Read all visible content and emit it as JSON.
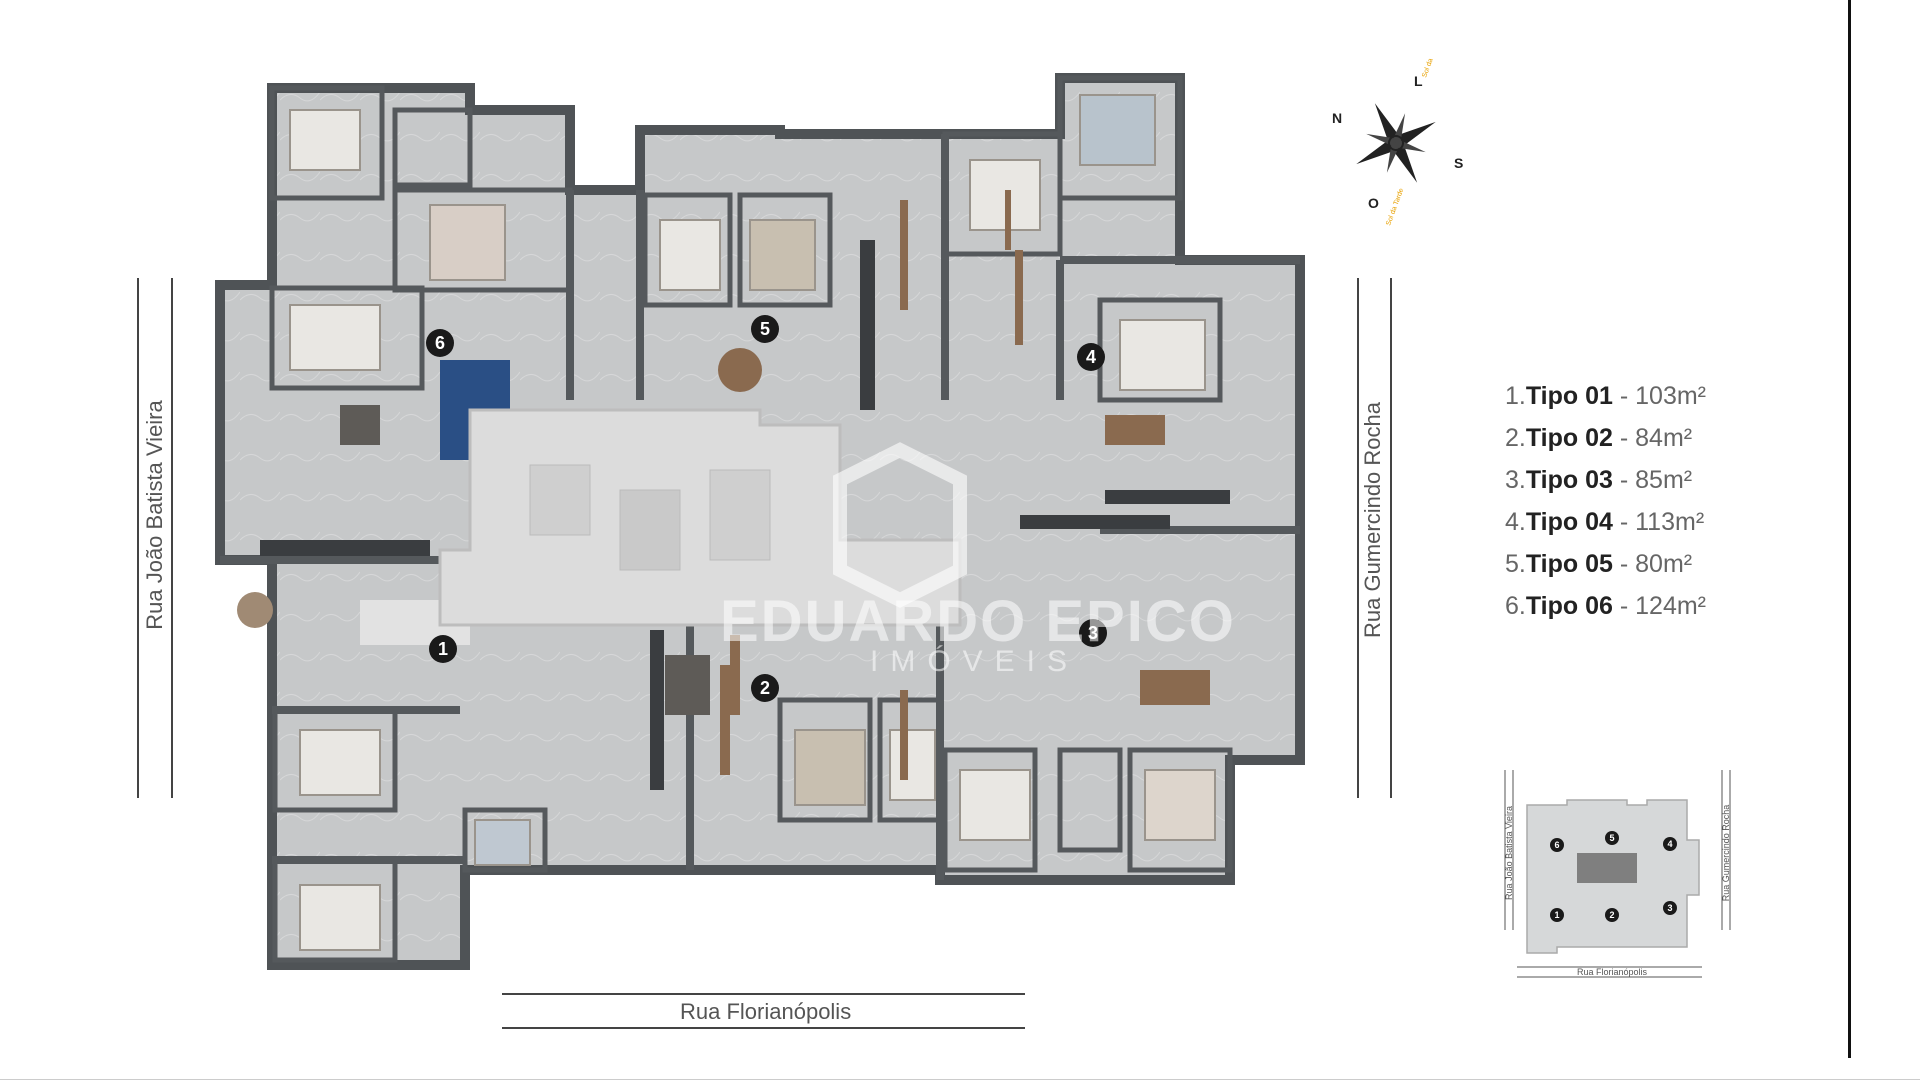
{
  "streets": {
    "west": "Rua João Batista Vieira",
    "east": "Rua Gumercindo Rocha",
    "south": "Rua Florianópolis"
  },
  "legend": [
    {
      "num": "1.",
      "name": "Tipo 01",
      "area": " - 103m²"
    },
    {
      "num": "2.",
      "name": "Tipo 02",
      "area": " - 84m²"
    },
    {
      "num": "3.",
      "name": "Tipo 03",
      "area": " - 85m²"
    },
    {
      "num": "4.",
      "name": "Tipo 04",
      "area": " - 113m²"
    },
    {
      "num": "5.",
      "name": "Tipo 05",
      "area": " - 80m²"
    },
    {
      "num": "6.",
      "name": "Tipo 06",
      "area": " - 124m²"
    }
  ],
  "unit_markers": [
    "1",
    "2",
    "3",
    "4",
    "5",
    "6"
  ],
  "compass": {
    "n": "N",
    "l": "L",
    "s": "S",
    "o": "O",
    "sun_rise": "Sol da Manhã",
    "sun_set": "Sol da Tarde"
  },
  "keymap": {
    "west": "Rua João Batista Vieira",
    "east": "Rua Gumercindo Rocha",
    "south": "Rua Florianópolis"
  },
  "watermark": {
    "brand": "EDUARDO EPICO",
    "sub": "IMÓVEIS"
  },
  "colors": {
    "floor": "#c9cbcc",
    "wall": "#55595c",
    "core": "#d9d9d9",
    "wood": "#8a6a4f",
    "accent_blue": "#2a4f85"
  }
}
